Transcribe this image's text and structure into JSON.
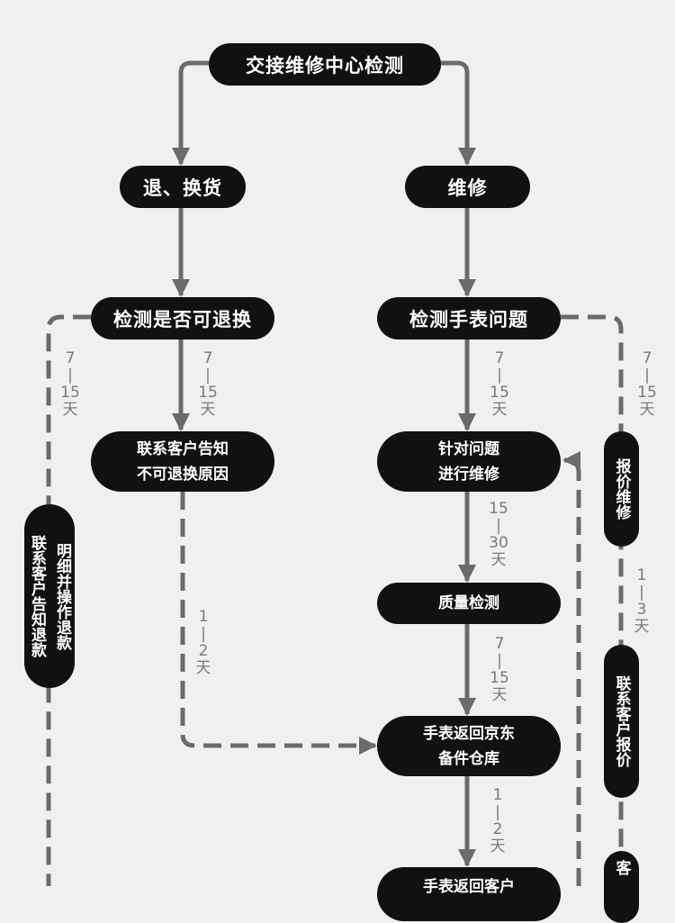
{
  "colors": {
    "background": "#f0f0f0",
    "node": "#111111",
    "node_text": "#ffffff",
    "connector": "#6b6b6b",
    "duration_text": "#7a7a7a"
  },
  "nodes": {
    "start": "交接维修中心检测",
    "return_exchange": "退、换货",
    "repair": "维修",
    "check_returnable": "检测是否可退换",
    "check_watch_issue": "检测手表问题",
    "notify_not_returnable": [
      "联系客户告知",
      "不可退换原因"
    ],
    "fix_issue": [
      "针对问题",
      "进行维修"
    ],
    "quality_check": "质量检测",
    "return_to_warehouse": [
      "手表返回京东",
      "备件仓库"
    ],
    "return_to_customer": "手表返回客户",
    "refund_notice": [
      "联系客户告知退款",
      "明细并操作退款"
    ],
    "quote_repair": "报价维修",
    "contact_quote": "联系客户报价",
    "customer_partial": "客"
  },
  "durations": {
    "refund_path": [
      "7",
      "|",
      "15",
      "天"
    ],
    "returnable_to_notify": [
      "7",
      "|",
      "15",
      "天"
    ],
    "issue_to_fix": [
      "7",
      "|",
      "15",
      "天"
    ],
    "issue_to_quote": [
      "7",
      "|",
      "15",
      "天"
    ],
    "fix_to_quality": [
      "15",
      "|",
      "30",
      "天"
    ],
    "quote_to_contact": [
      "1",
      "|",
      "3",
      "天"
    ],
    "notify_to_warehouse": [
      "1",
      "|",
      "2",
      "天"
    ],
    "quality_to_warehouse": [
      "7",
      "|",
      "15",
      "天"
    ],
    "warehouse_to_customer": [
      "1",
      "|",
      "2",
      "天"
    ]
  }
}
